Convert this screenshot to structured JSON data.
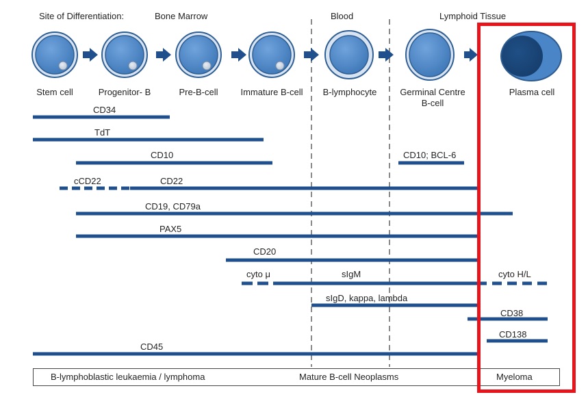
{
  "header": {
    "site_label": "Site of Differentiation:",
    "sites": [
      "Bone Marrow",
      "Blood",
      "Lymphoid Tissue"
    ]
  },
  "cells": [
    {
      "label": "Stem cell",
      "nucleus": "small"
    },
    {
      "label": "Progenitor- B",
      "nucleus": "small"
    },
    {
      "label": "Pre-B-cell",
      "nucleus": "small"
    },
    {
      "label": "Immature B-cell",
      "nucleus": "small"
    },
    {
      "label": "B-lymphocyte",
      "nucleus": "large"
    },
    {
      "label": "Germinal Centre",
      "label2": "B-cell",
      "nucleus": "large"
    },
    {
      "label": "Plasma cell",
      "nucleus": "eccentric"
    }
  ],
  "markers": {
    "cd34": "CD34",
    "tdt": "TdT",
    "cd10": "CD10",
    "cd10_bcl6": "CD10; BCL-6",
    "ccd22": "cCD22",
    "cd22": "CD22",
    "cd19_cd79a": "CD19, CD79a",
    "pax5": "PAX5",
    "cd20": "CD20",
    "cyto_mu": "cyto μ",
    "sigm": "sIgM",
    "cyto_hl": "cyto H/L",
    "sigd": "sIgD, kappa, lambda",
    "cd38": "CD38",
    "cd138": "CD138",
    "cd45": "CD45"
  },
  "neoplasms": {
    "b_lymphoblastic": "B-lymphoblastic leukaemia / lymphoma",
    "mature_b": "Mature B-cell Neoplasms",
    "myeloma": "Myeloma"
  },
  "colors": {
    "bar": "#1f4f8c",
    "cell_outer": "#2d5b8f",
    "cell_fill": "#4a86c7",
    "highlight": "#e8141b"
  }
}
